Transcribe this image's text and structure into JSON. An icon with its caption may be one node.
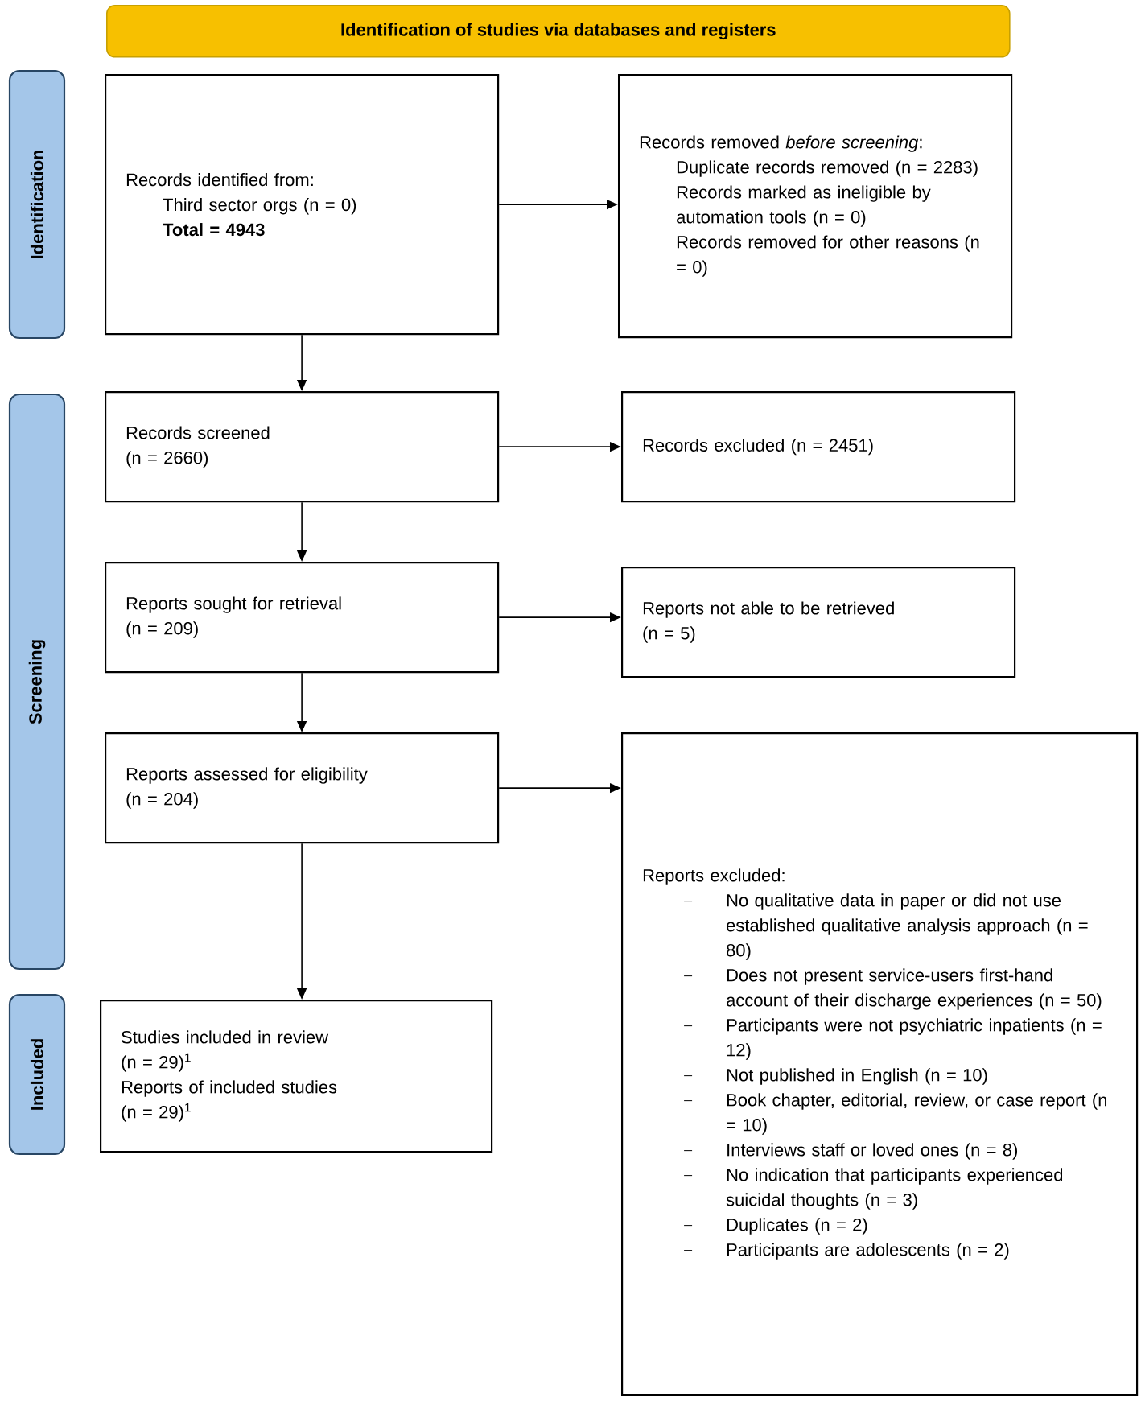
{
  "diagram": {
    "nodes": [
      {
        "text": [
          "Identification of studies via databases and registers"
        ]
      },
      {
        "text": [
          "Identification"
        ]
      },
      {
        "text": [
          "Screening"
        ]
      },
      {
        "text": [
          "Included"
        ]
      },
      {
        "text": [
          "Records identified from:",
          "Third sector orgs (n = 0)",
          "Total = 4943"
        ]
      },
      {
        "text": [
          "Records removed *before screening*:",
          "Duplicate records removed (n = 2283)",
          "Records marked as ineligible by automation tools (n = 0)",
          "Records removed for other reasons (n = 0)"
        ]
      },
      {
        "text": [
          "Records screened",
          "(n = 2660)"
        ]
      },
      {
        "text": [
          "Records excluded (n = 2451)"
        ]
      },
      {
        "text": [
          "Reports sought for retrieval",
          "(n = 209)"
        ]
      },
      {
        "text": [
          "Reports not able to be retrieved",
          "(n = 5)"
        ]
      },
      {
        "text": [
          "Reports assessed for eligibility",
          "(n = 204)"
        ]
      },
      {
        "text": [
          "Reports excluded:",
          "No qualitative data in paper or did not use established qualitative analysis approach (n = 80)",
          "Does not present service-users first-hand account of their discharge experiences (n = 50)",
          "Participants were not psychiatric inpatients (n = 12)",
          "Not published in English (n = 10)",
          "Book chapter, editorial, review, or case report (n = 10)",
          "Interviews staff or loved ones (n = 8)",
          "No indication that participants experienced suicidal thoughts (n = 3)",
          "Duplicates (n = 2)",
          "Participants are adolescents (n = 2)"
        ]
      },
      {
        "text": [
          "Studies included in review",
          "(n = 29)$^{1}$",
          "Reports of included studies",
          "(n = 29)$^{1}$"
        ]
      }
    ],
    "edges": [
      {
        "from": 4,
        "to": 5,
        "arrow": "to"
      },
      {
        "from": 4,
        "to": 6,
        "arrow": "to"
      },
      {
        "from": 6,
        "to": 7,
        "arrow": "to"
      },
      {
        "from": 6,
        "to": 8,
        "arrow": "to"
      },
      {
        "from": 8,
        "to": 9,
        "arrow": "to"
      },
      {
        "from": 8,
        "to": 10,
        "arrow": "to"
      },
      {
        "from": 10,
        "to": 11,
        "arrow": "to"
      },
      {
        "from": 10,
        "to": 12,
        "arrow": "to"
      }
    ]
  }
}
